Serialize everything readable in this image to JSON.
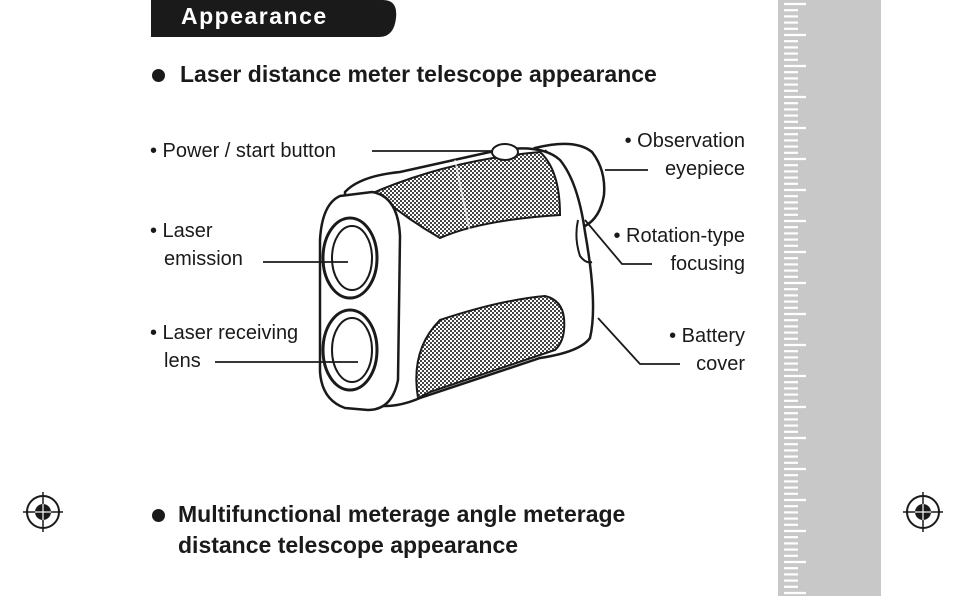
{
  "section_tab": {
    "label": "Appearance",
    "color": "#1a1a1a"
  },
  "heading_1": "Laser distance meter telescope appearance",
  "heading_2": {
    "line1": "Multifunctional meterage angle meterage",
    "line2": "distance telescope appearance"
  },
  "callouts": {
    "power": "• Power / start button",
    "laser_emission": {
      "line1": "• Laser",
      "line2": "emission"
    },
    "laser_receiving": {
      "line1": "• Laser receiving",
      "line2": "lens"
    },
    "observation": {
      "line1": "• Observation",
      "line2": "eyepiece"
    },
    "rotation": {
      "line1": "• Rotation-type",
      "line2": "focusing"
    },
    "battery": {
      "line1": "• Battery",
      "line2": "cover"
    }
  },
  "colors": {
    "text": "#1a1a1a",
    "ruler": "#c8c8c8",
    "ruler_ticks": "#ffffff"
  },
  "icons": [
    "registration-mark-icon",
    "rangefinder-illustration"
  ]
}
